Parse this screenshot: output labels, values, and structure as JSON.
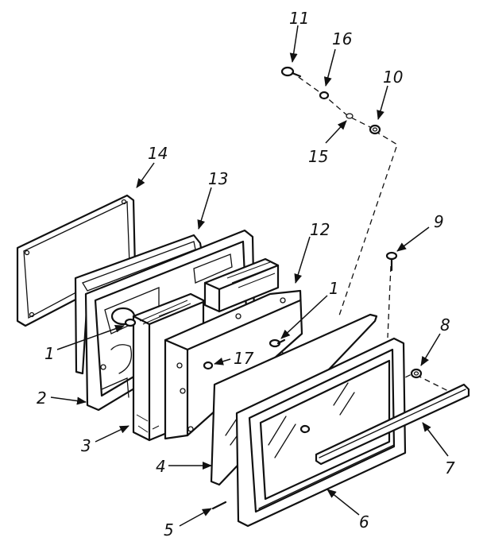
{
  "callouts": [
    {
      "id": "11",
      "text": "11"
    },
    {
      "id": "16",
      "text": "16"
    },
    {
      "id": "10",
      "text": "10"
    },
    {
      "id": "15",
      "text": "15"
    },
    {
      "id": "14",
      "text": "14"
    },
    {
      "id": "13",
      "text": "13"
    },
    {
      "id": "12",
      "text": "12"
    },
    {
      "id": "9",
      "text": "9"
    },
    {
      "id": "1a",
      "text": "1"
    },
    {
      "id": "1b",
      "text": "1"
    },
    {
      "id": "8",
      "text": "8"
    },
    {
      "id": "17",
      "text": "17"
    },
    {
      "id": "2",
      "text": "2"
    },
    {
      "id": "3",
      "text": "3"
    },
    {
      "id": "4",
      "text": "4"
    },
    {
      "id": "7",
      "text": "7"
    },
    {
      "id": "5",
      "text": "5"
    },
    {
      "id": "6",
      "text": "6"
    }
  ]
}
